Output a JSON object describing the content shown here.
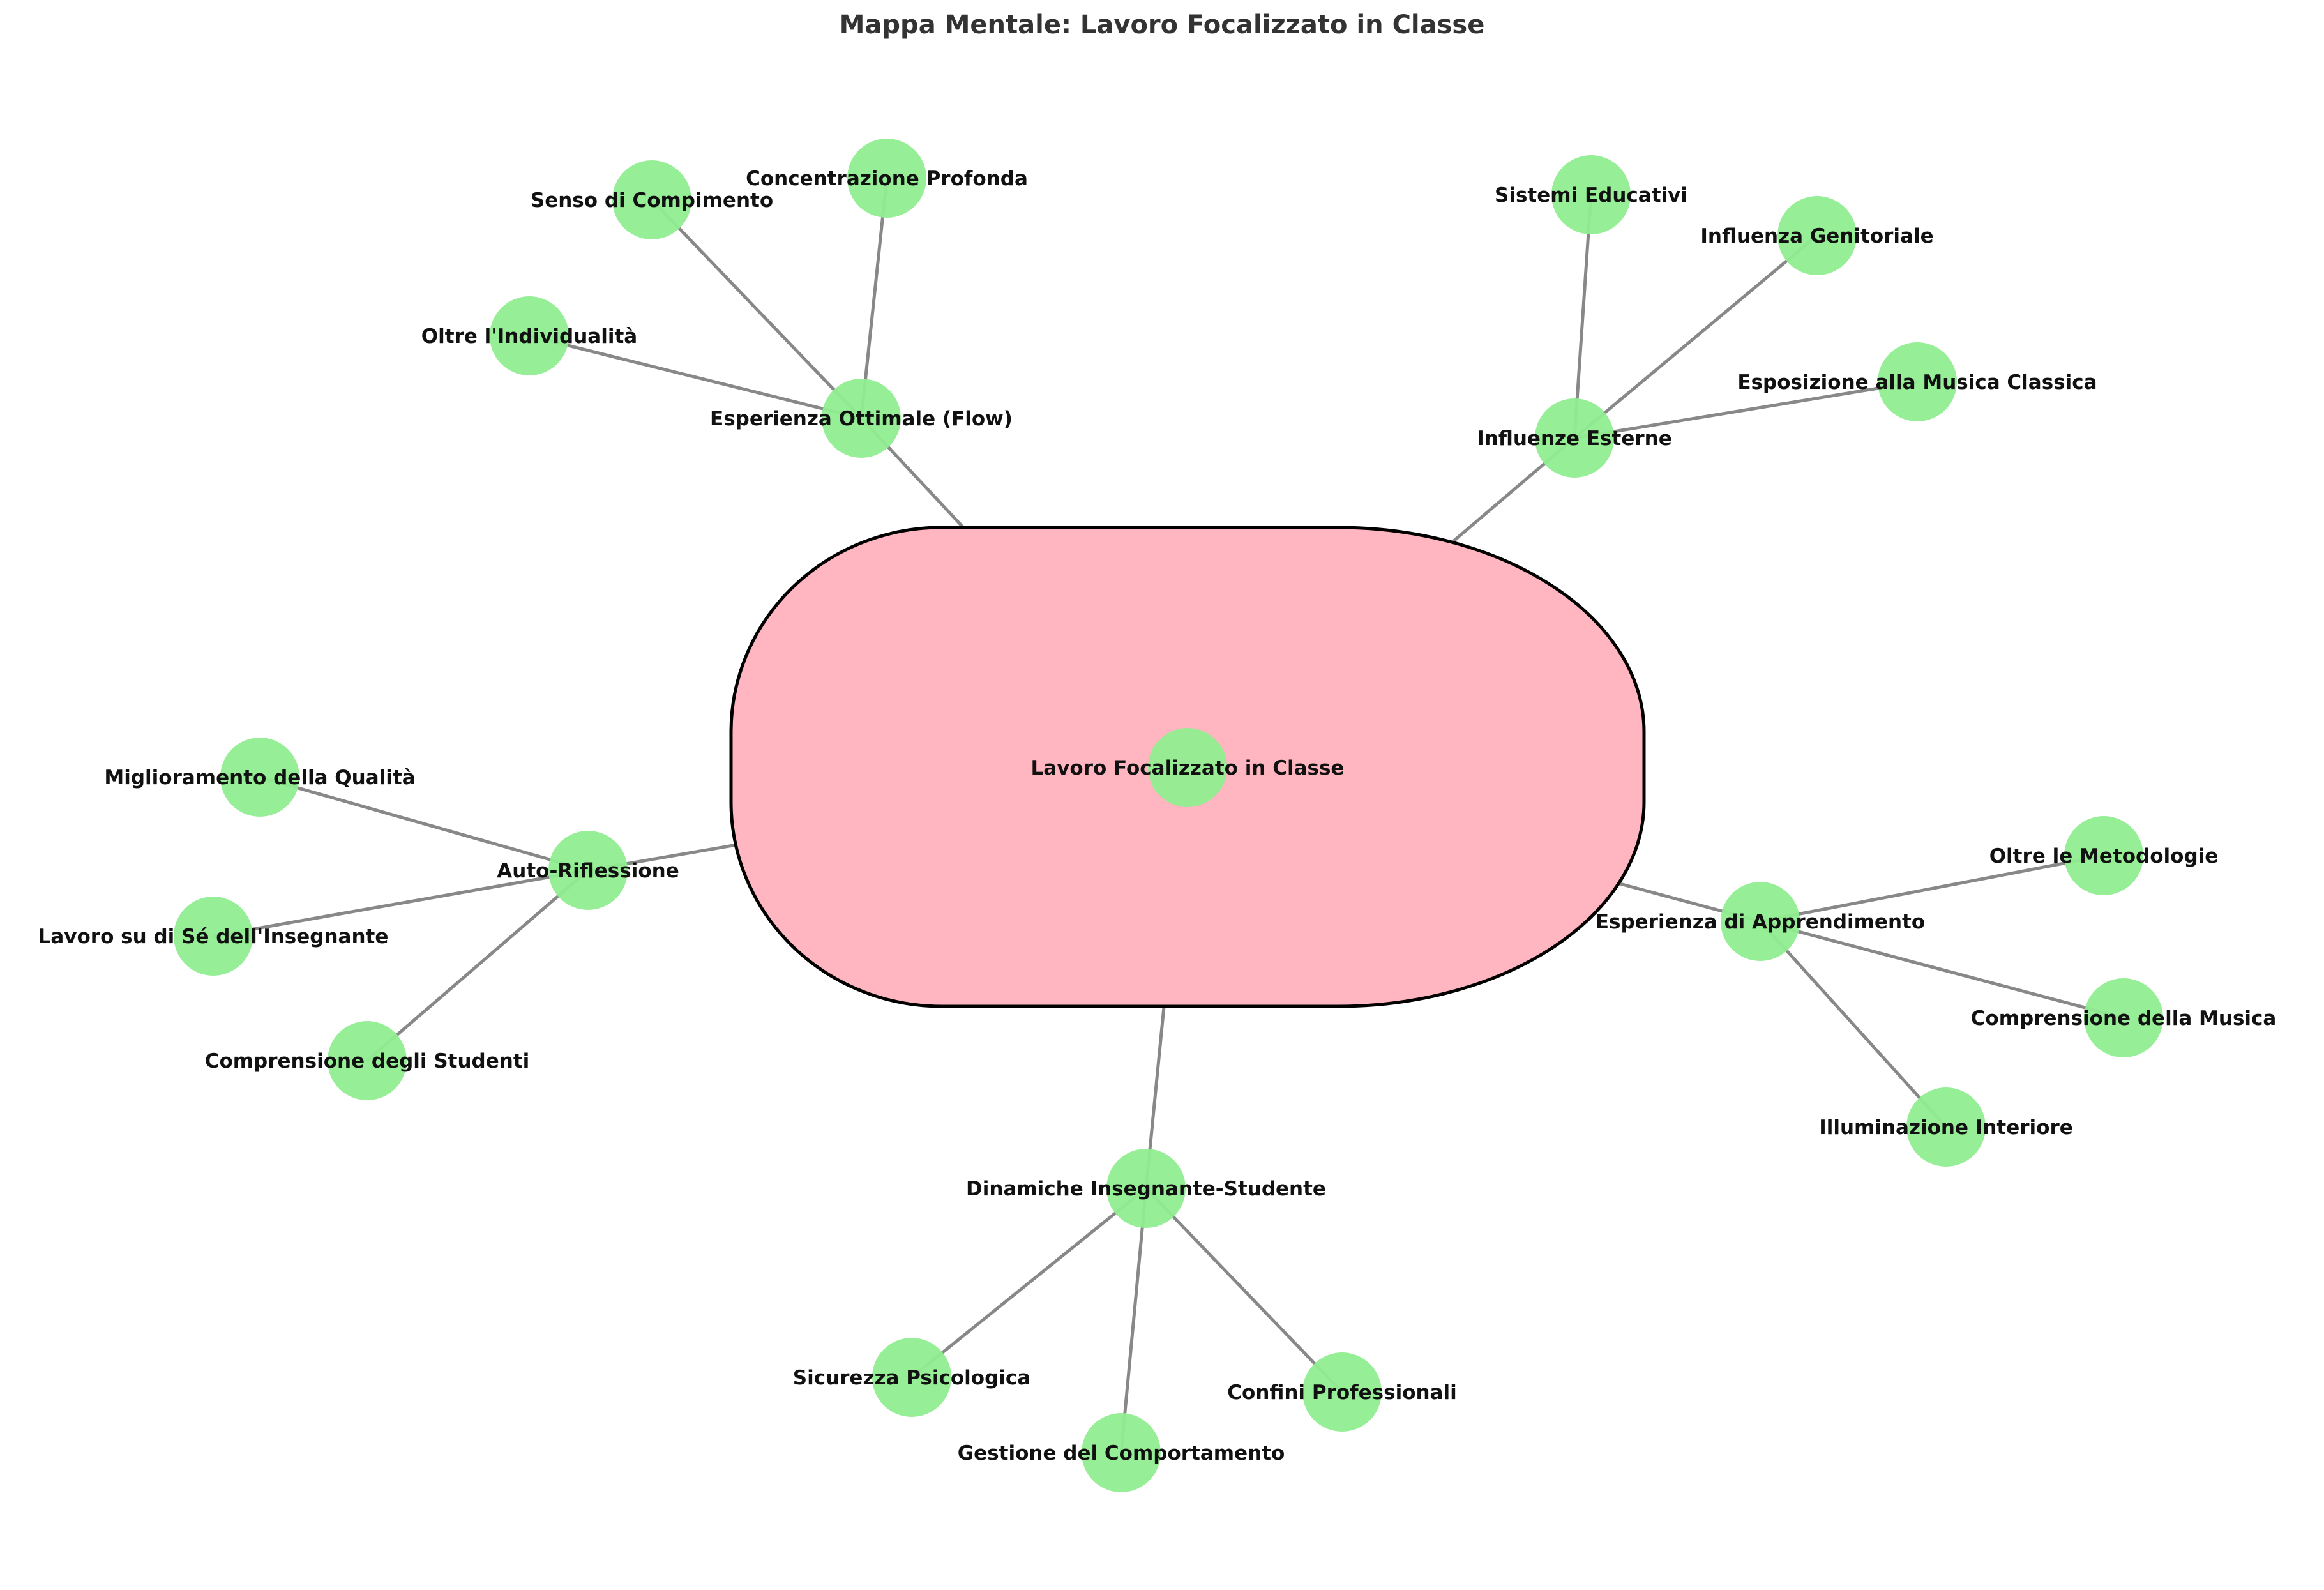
{
  "title": "Mappa Mentale: Lavoro Focalizzato in Classe",
  "colors": {
    "node_fill": "#90ee90",
    "center_box_fill": "#ffb6c1",
    "center_box_stroke": "#000000",
    "edge": "#888888",
    "title": "#333333",
    "label": "#111111"
  },
  "nodes": [
    {
      "id": "root",
      "label": "Lavoro Focalizzato in Classe"
    },
    {
      "id": "flow",
      "label": "Esperienza Ottimale (Flow)"
    },
    {
      "id": "flow_1",
      "label": "Senso di Compimento"
    },
    {
      "id": "flow_2",
      "label": "Concentrazione Profonda"
    },
    {
      "id": "flow_3",
      "label": "Oltre l'Individualità"
    },
    {
      "id": "ext",
      "label": "Influenze Esterne"
    },
    {
      "id": "ext_1",
      "label": "Sistemi Educativi"
    },
    {
      "id": "ext_2",
      "label": "Influenza Genitoriale"
    },
    {
      "id": "ext_3",
      "label": "Esposizione alla Musica Classica"
    },
    {
      "id": "self",
      "label": "Auto-Riflessione"
    },
    {
      "id": "self_1",
      "label": "Miglioramento della Qualità"
    },
    {
      "id": "self_2",
      "label": "Lavoro su di Sé dell'Insegnante"
    },
    {
      "id": "self_3",
      "label": "Comprensione degli Studenti"
    },
    {
      "id": "learn",
      "label": "Esperienza di Apprendimento"
    },
    {
      "id": "learn_1",
      "label": "Oltre le Metodologie"
    },
    {
      "id": "learn_2",
      "label": "Comprensione della Musica"
    },
    {
      "id": "learn_3",
      "label": "Illuminazione Interiore"
    },
    {
      "id": "dyn",
      "label": "Dinamiche Insegnante-Studente"
    },
    {
      "id": "dyn_1",
      "label": "Sicurezza Psicologica"
    },
    {
      "id": "dyn_2",
      "label": "Gestione del Comportamento"
    },
    {
      "id": "dyn_3",
      "label": "Confini Professionali"
    }
  ],
  "edges": [
    [
      "root",
      "flow"
    ],
    [
      "root",
      "ext"
    ],
    [
      "root",
      "self"
    ],
    [
      "root",
      "learn"
    ],
    [
      "root",
      "dyn"
    ],
    [
      "flow",
      "flow_1"
    ],
    [
      "flow",
      "flow_2"
    ],
    [
      "flow",
      "flow_3"
    ],
    [
      "ext",
      "ext_1"
    ],
    [
      "ext",
      "ext_2"
    ],
    [
      "ext",
      "ext_3"
    ],
    [
      "self",
      "self_1"
    ],
    [
      "self",
      "self_2"
    ],
    [
      "self",
      "self_3"
    ],
    [
      "learn",
      "learn_1"
    ],
    [
      "learn",
      "learn_2"
    ],
    [
      "learn",
      "learn_3"
    ],
    [
      "dyn",
      "dyn_1"
    ],
    [
      "dyn",
      "dyn_2"
    ],
    [
      "dyn",
      "dyn_3"
    ]
  ]
}
